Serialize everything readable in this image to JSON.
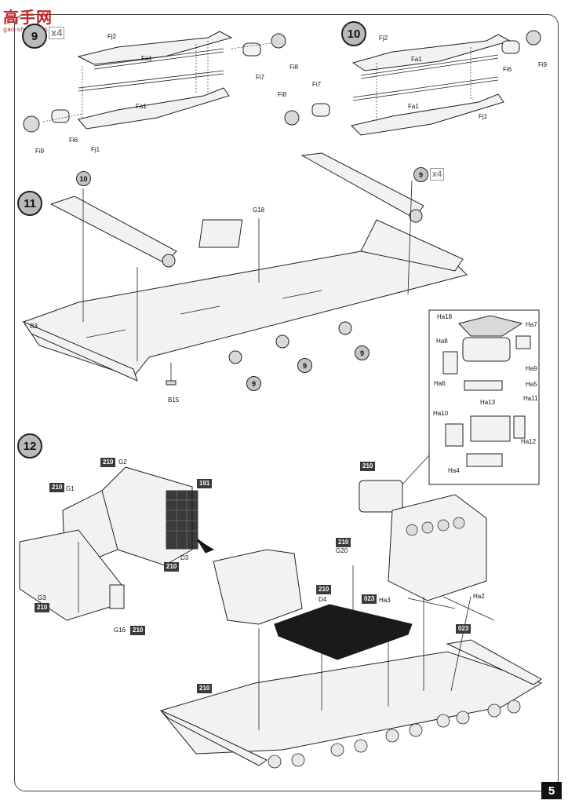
{
  "watermark": {
    "title": "高手网",
    "url": "gao-shou.com"
  },
  "page_number": "5",
  "steps": [
    {
      "number": "9",
      "multiplier": "x4"
    },
    {
      "number": "10"
    },
    {
      "number": "11"
    },
    {
      "number": "12"
    }
  ],
  "step9_parts": [
    "Fj2",
    "Fa1",
    "Fa1",
    "Fi7",
    "Fi8",
    "Fi9",
    "Fi6",
    "Fj1"
  ],
  "step10_parts": [
    "Fj2",
    "Fa1",
    "Fa1",
    "Fi6",
    "Fi9",
    "Fi8",
    "Fi7",
    "Fj1"
  ],
  "step11": {
    "callouts": [
      "10",
      "9",
      "9",
      "9",
      "9"
    ],
    "multiplier": "x4",
    "parts": [
      "G18",
      "B3",
      "B15"
    ],
    "inset_parts": [
      "Ha18",
      "Ha7",
      "Ha8",
      "Ha9",
      "Ha6",
      "Ha5",
      "Ha13",
      "Ha10",
      "Ha11",
      "Ha12",
      "Ha4"
    ]
  },
  "step12": {
    "parts": [
      "G2",
      "G1",
      "D3",
      "G3",
      "G16",
      "D4",
      "G20",
      "Ha3",
      "Ha2"
    ],
    "codes": [
      "210",
      "210",
      "191",
      "210",
      "210",
      "210",
      "210",
      "210",
      "023",
      "023",
      "210",
      "210"
    ]
  }
}
